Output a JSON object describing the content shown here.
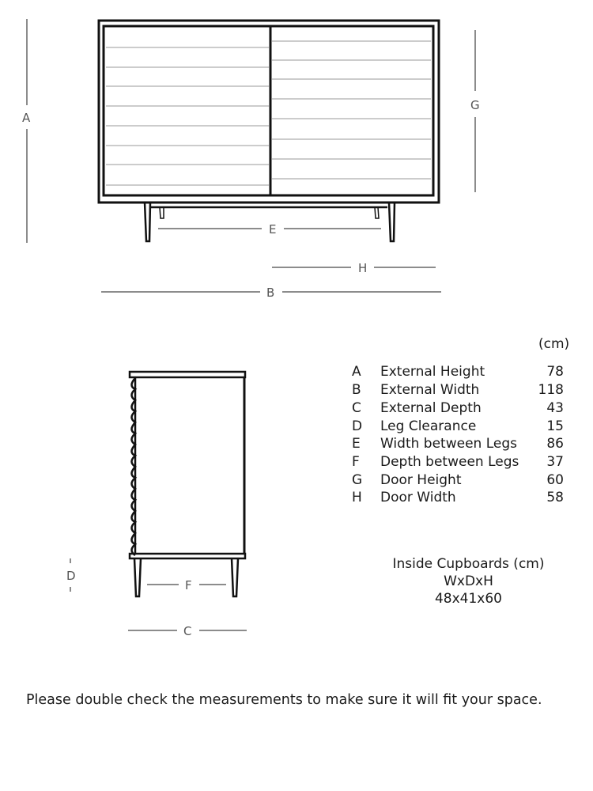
{
  "front_view": {
    "labels": {
      "A": "A",
      "B": "B",
      "E": "E",
      "G": "G",
      "H": "H"
    }
  },
  "side_view": {
    "labels": {
      "C": "C",
      "D": "D",
      "F": "F"
    }
  },
  "table": {
    "unit": "(cm)",
    "rows": [
      {
        "letter": "A",
        "name": "External Height",
        "value": "78"
      },
      {
        "letter": "B",
        "name": "External Width",
        "value": "118"
      },
      {
        "letter": "C",
        "name": "External Depth",
        "value": "43"
      },
      {
        "letter": "D",
        "name": "Leg Clearance",
        "value": "15"
      },
      {
        "letter": "E",
        "name": "Width between Legs",
        "value": "86"
      },
      {
        "letter": "F",
        "name": "Depth between Legs",
        "value": "37"
      },
      {
        "letter": "G",
        "name": "Door Height",
        "value": "60"
      },
      {
        "letter": "H",
        "name": "Door Width",
        "value": "58"
      }
    ]
  },
  "inside_cupboards": {
    "title": "Inside Cupboards (cm)",
    "format": "WxDxH",
    "value": "48x41x60"
  },
  "note": "Please double check the measurements to make sure it will fit your space."
}
